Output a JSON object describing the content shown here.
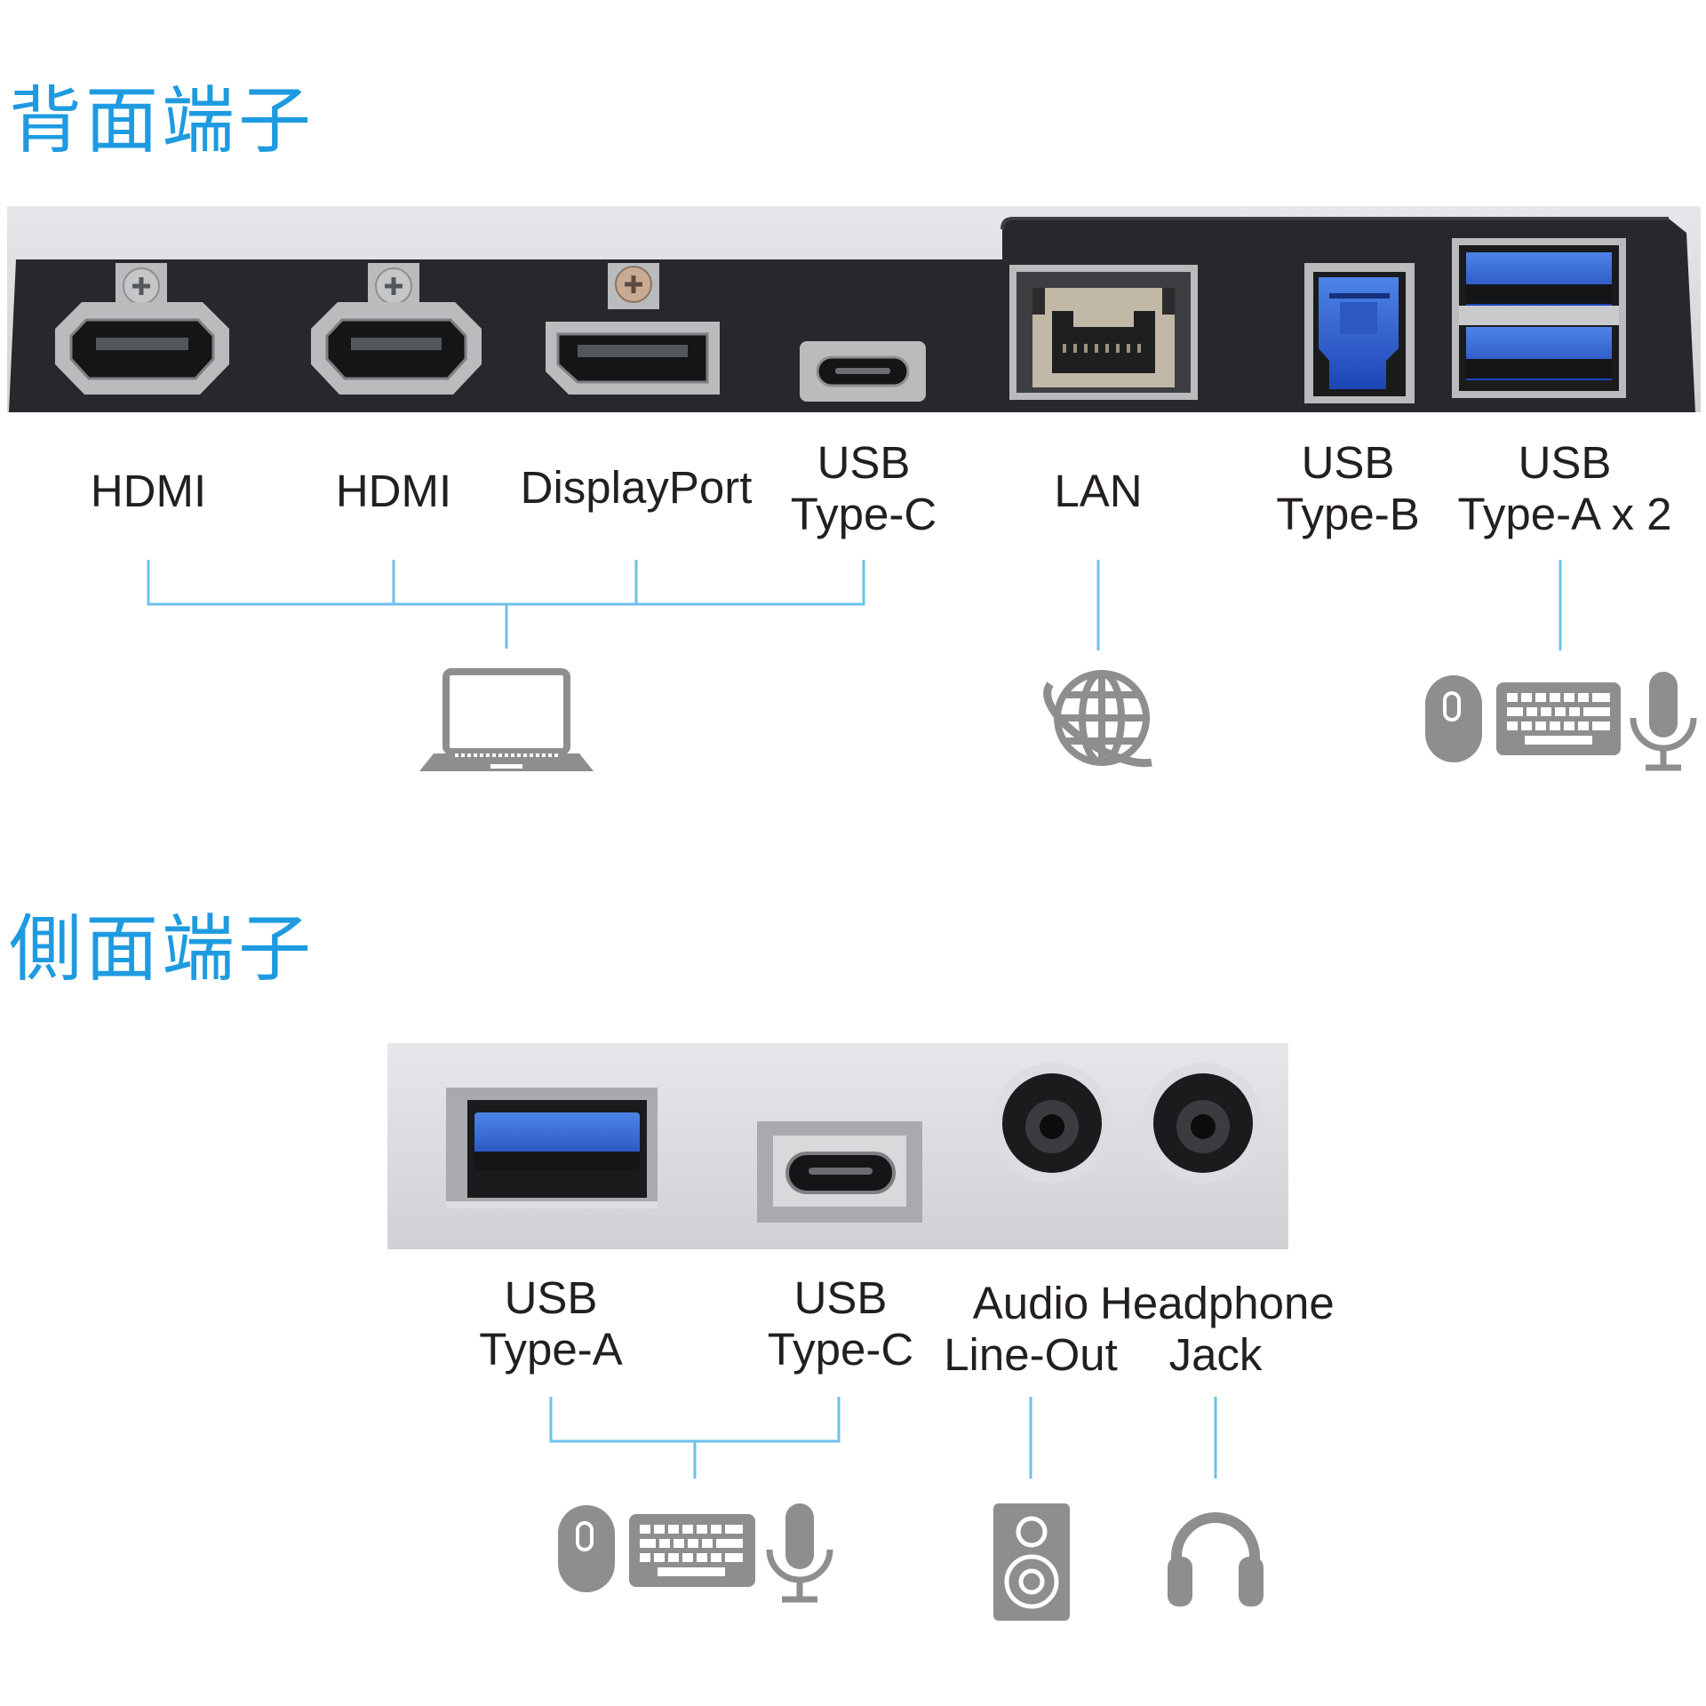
{
  "colors": {
    "accent": "#1e9be0",
    "line": "#6cc1ec",
    "icon": "#8e8e8e",
    "text": "#231f20"
  },
  "rear": {
    "title": "背面端子",
    "ports": [
      {
        "lines": [
          "HDMI"
        ]
      },
      {
        "lines": [
          "HDMI"
        ]
      },
      {
        "lines": [
          "DisplayPort"
        ]
      },
      {
        "lines": [
          "USB",
          "Type-C"
        ]
      },
      {
        "lines": [
          "LAN"
        ]
      },
      {
        "lines": [
          "USB",
          "Type-B"
        ]
      },
      {
        "lines": [
          "USB",
          "Type-A x 2"
        ]
      }
    ],
    "icons": [
      "laptop-icon",
      "globe-icon",
      "mouse-icon",
      "keyboard-icon",
      "microphone-icon"
    ]
  },
  "side": {
    "title": "側面端子",
    "ports": [
      {
        "lines": [
          "USB",
          "Type-A"
        ]
      },
      {
        "lines": [
          "USB",
          "Type-C"
        ]
      },
      {
        "lines": [
          "Audio",
          "Line-Out"
        ]
      },
      {
        "lines": [
          "Headphone",
          "Jack"
        ]
      }
    ],
    "icons": [
      "mouse-icon",
      "keyboard-icon",
      "microphone-icon",
      "speaker-icon",
      "headphones-icon"
    ]
  }
}
